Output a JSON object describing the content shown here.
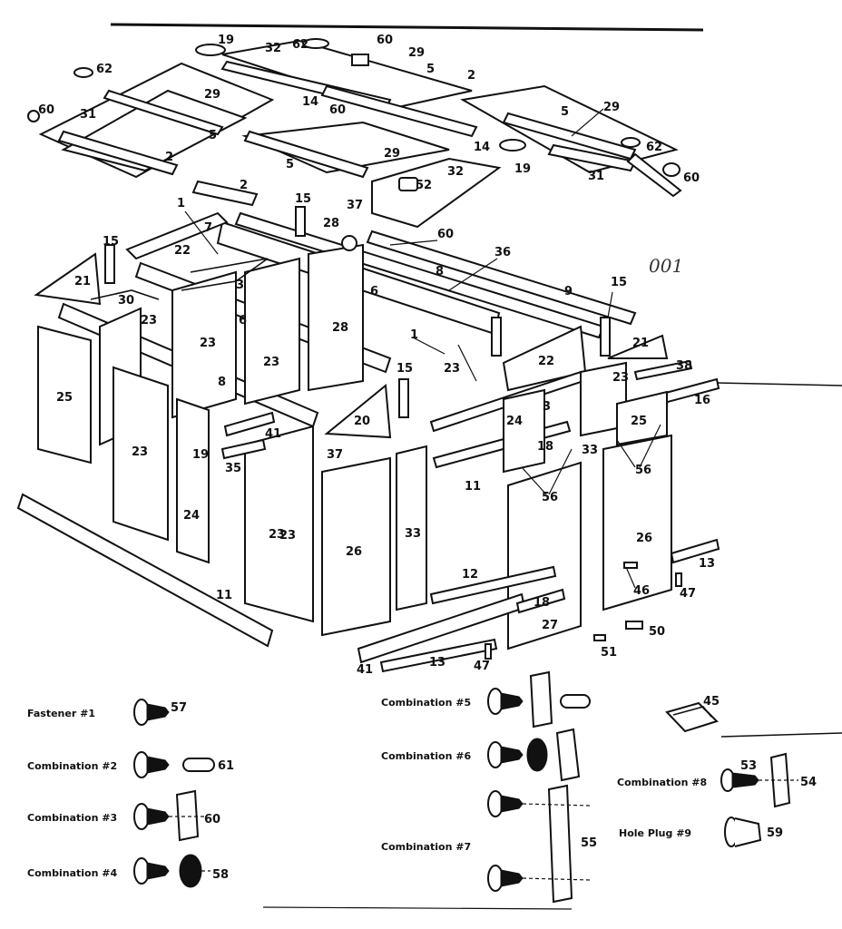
{
  "handwritten_note": "001",
  "part_callouts": [
    {
      "id": "c1",
      "text": "19"
    },
    {
      "id": "c2",
      "text": "32"
    },
    {
      "id": "c3",
      "text": "62"
    },
    {
      "id": "c4",
      "text": "60"
    },
    {
      "id": "c5",
      "text": "62"
    },
    {
      "id": "c6",
      "text": "60"
    },
    {
      "id": "c7",
      "text": "29"
    },
    {
      "id": "c8",
      "text": "31"
    },
    {
      "id": "c9",
      "text": "5"
    },
    {
      "id": "c10",
      "text": "2"
    },
    {
      "id": "c11",
      "text": "14"
    },
    {
      "id": "c12",
      "text": "60"
    },
    {
      "id": "c13",
      "text": "29"
    },
    {
      "id": "c14",
      "text": "5"
    },
    {
      "id": "c15",
      "text": "2"
    },
    {
      "id": "c16",
      "text": "5"
    },
    {
      "id": "c17",
      "text": "29"
    },
    {
      "id": "c18",
      "text": "14"
    },
    {
      "id": "c19",
      "text": "62"
    },
    {
      "id": "c20",
      "text": "19"
    },
    {
      "id": "c21",
      "text": "31"
    },
    {
      "id": "c22",
      "text": "60"
    },
    {
      "id": "c23",
      "text": "5"
    },
    {
      "id": "c24",
      "text": "29"
    },
    {
      "id": "c25",
      "text": "32"
    },
    {
      "id": "c26",
      "text": "52"
    },
    {
      "id": "c27",
      "text": "2"
    },
    {
      "id": "c28",
      "text": "1"
    },
    {
      "id": "c29",
      "text": "15"
    },
    {
      "id": "c30",
      "text": "37"
    },
    {
      "id": "c31",
      "text": "28"
    },
    {
      "id": "c32",
      "text": "60"
    },
    {
      "id": "c33",
      "text": "7"
    },
    {
      "id": "c34",
      "text": "22"
    },
    {
      "id": "c35",
      "text": "15"
    },
    {
      "id": "c36",
      "text": "21"
    },
    {
      "id": "c37",
      "text": "30"
    },
    {
      "id": "c38",
      "text": "36"
    },
    {
      "id": "c39",
      "text": "8"
    },
    {
      "id": "c40",
      "text": "9"
    },
    {
      "id": "c41",
      "text": "15"
    },
    {
      "id": "c42",
      "text": "3"
    },
    {
      "id": "c43",
      "text": "6"
    },
    {
      "id": "c44",
      "text": "23"
    },
    {
      "id": "c45",
      "text": "23"
    },
    {
      "id": "c46",
      "text": "6"
    },
    {
      "id": "c47",
      "text": "28"
    },
    {
      "id": "c48",
      "text": "8"
    },
    {
      "id": "c49",
      "text": "1"
    },
    {
      "id": "c50",
      "text": "23"
    },
    {
      "id": "c51",
      "text": "22"
    },
    {
      "id": "c52",
      "text": "21"
    },
    {
      "id": "c53",
      "text": "25"
    },
    {
      "id": "c54",
      "text": "23"
    },
    {
      "id": "c55",
      "text": "23"
    },
    {
      "id": "c56",
      "text": "15"
    },
    {
      "id": "c57",
      "text": "23"
    },
    {
      "id": "c58",
      "text": "38"
    },
    {
      "id": "c59",
      "text": "16"
    },
    {
      "id": "c60",
      "text": "3"
    },
    {
      "id": "c61",
      "text": "24"
    },
    {
      "id": "c62",
      "text": "20"
    },
    {
      "id": "c63",
      "text": "25"
    },
    {
      "id": "c64",
      "text": "23"
    },
    {
      "id": "c65",
      "text": "19"
    },
    {
      "id": "c66",
      "text": "41"
    },
    {
      "id": "c67",
      "text": "37"
    },
    {
      "id": "c68",
      "text": "35"
    },
    {
      "id": "c69",
      "text": "18"
    },
    {
      "id": "c70",
      "text": "33"
    },
    {
      "id": "c71",
      "text": "56"
    },
    {
      "id": "c72",
      "text": "11"
    },
    {
      "id": "c73",
      "text": "56"
    },
    {
      "id": "c74",
      "text": "24"
    },
    {
      "id": "c75",
      "text": "23"
    },
    {
      "id": "c76",
      "text": "26"
    },
    {
      "id": "c77",
      "text": "33"
    },
    {
      "id": "c78",
      "text": "26"
    },
    {
      "id": "c79",
      "text": "13"
    },
    {
      "id": "c80",
      "text": "12"
    },
    {
      "id": "c81",
      "text": "11"
    },
    {
      "id": "c82",
      "text": "18"
    },
    {
      "id": "c83",
      "text": "46"
    },
    {
      "id": "c84",
      "text": "47"
    },
    {
      "id": "c85",
      "text": "27"
    },
    {
      "id": "c86",
      "text": "50"
    },
    {
      "id": "c87",
      "text": "41"
    },
    {
      "id": "c88",
      "text": "13"
    },
    {
      "id": "c89",
      "text": "47"
    },
    {
      "id": "c90",
      "text": "51"
    }
  ],
  "legend": {
    "fastener1": {
      "label": "Fastener #1",
      "part": "57"
    },
    "combo2": {
      "label": "Combination #2",
      "part": "61"
    },
    "combo3": {
      "label": "Combination #3",
      "part": "60"
    },
    "combo4": {
      "label": "Combination #4",
      "part": "58"
    },
    "combo5": {
      "label": "Combination #5"
    },
    "combo6": {
      "label": "Combination #6"
    },
    "combo7": {
      "label": "Combination #7",
      "part": "55"
    },
    "combo8": {
      "label": "Combination #8",
      "part_a": "53",
      "part_b": "54"
    },
    "plug9": {
      "label": "Hole Plug #9",
      "part": "59"
    },
    "part45": "45"
  }
}
